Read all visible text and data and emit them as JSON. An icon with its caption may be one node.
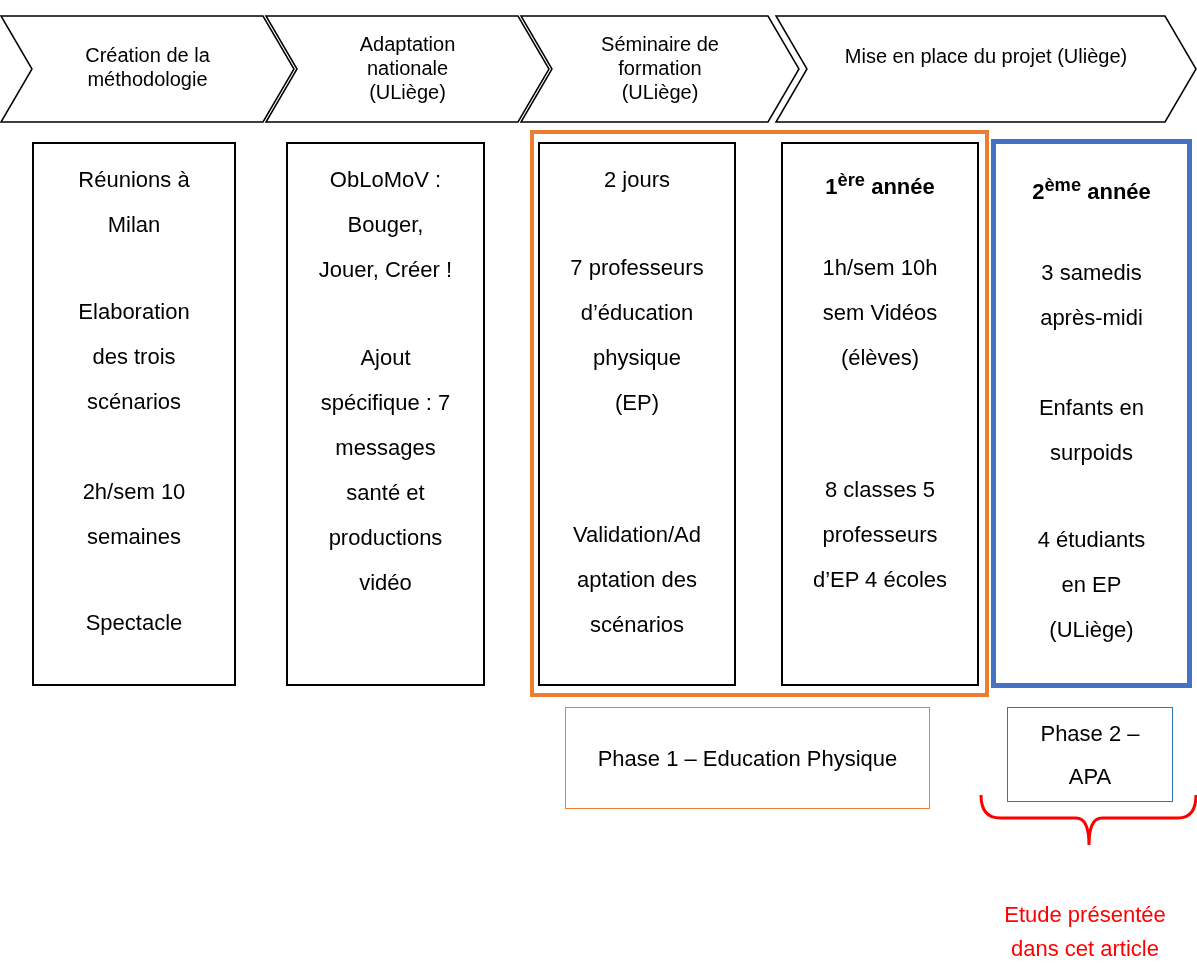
{
  "diagram": {
    "nodes": [
      {
        "text": [
          "Création de la méthodologie"
        ]
      },
      {
        "text": [
          "Adaptation nationale (ULiège)"
        ]
      },
      {
        "text": [
          "Séminaire de formation (ULiège)"
        ]
      },
      {
        "text": [
          "Mise en place du projet (Uliège)"
        ]
      },
      {
        "text": [
          "Réunions à Milan",
          "Elaboration des trois scénarios",
          "2h/sem 10 semaines",
          "Spectacle"
        ]
      },
      {
        "text": [
          "ObLoMoV : Bouger, Jouer, Créer !",
          "Ajout spécifique : 7 messages santé et productions vidéo"
        ]
      },
      {
        "text": [],
        "shape": "box"
      },
      {
        "text": [
          "2 jours",
          "7 professeurs d’éducation physique (EP)",
          "Validation/Adaptation des scénarios"
        ],
        "in": 6
      },
      {
        "text": [
          "1$^{ère}$ année",
          "1h/sem 10h sem Vidéos (élèves)",
          "8 classes 5 professeurs d’EP 4 écoles"
        ],
        "in": 6
      },
      {
        "text": [
          "2$^{ème}$ année",
          "3 samedis après-midi",
          "Enfants en surpoids",
          "4 étudiants en EP (ULiège)"
        ]
      },
      {
        "text": [
          "Phase 1 – Education Physique"
        ]
      },
      {
        "text": [
          "Phase 2 – APA"
        ]
      }
    ],
    "edges": [],
    "labels": [
      "Etude présentée dans cet article"
    ]
  }
}
